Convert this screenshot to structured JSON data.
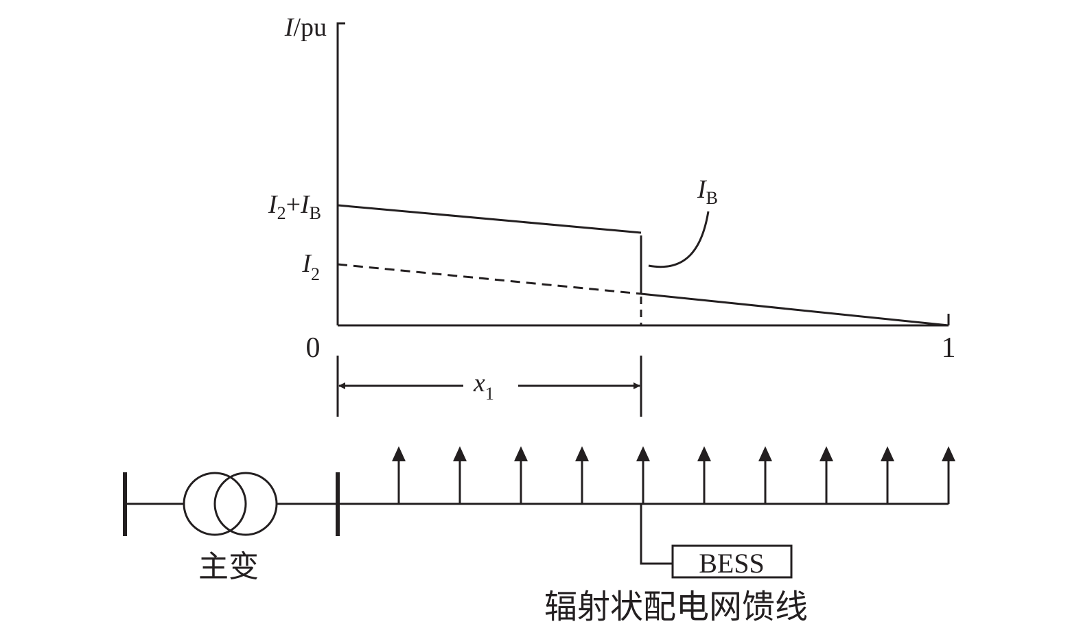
{
  "plot": {
    "y_axis_label_var": "I",
    "y_axis_label_unit": "/pu",
    "tick_upper_main": "I",
    "tick_upper_sub1": "2",
    "tick_upper_plus": "+",
    "tick_upper_var2": "I",
    "tick_upper_sub2": "B",
    "tick_lower_main": "I",
    "tick_lower_sub": "2",
    "x_origin_label": "0",
    "x_end_label": "1",
    "callout_main": "I",
    "callout_sub": "B",
    "dimension_main": "x",
    "dimension_sub": "1"
  },
  "feeder": {
    "transformer_label": "主变",
    "bess_label": "BESS",
    "caption": "辐射状配电网馈线",
    "load_count": 10
  }
}
